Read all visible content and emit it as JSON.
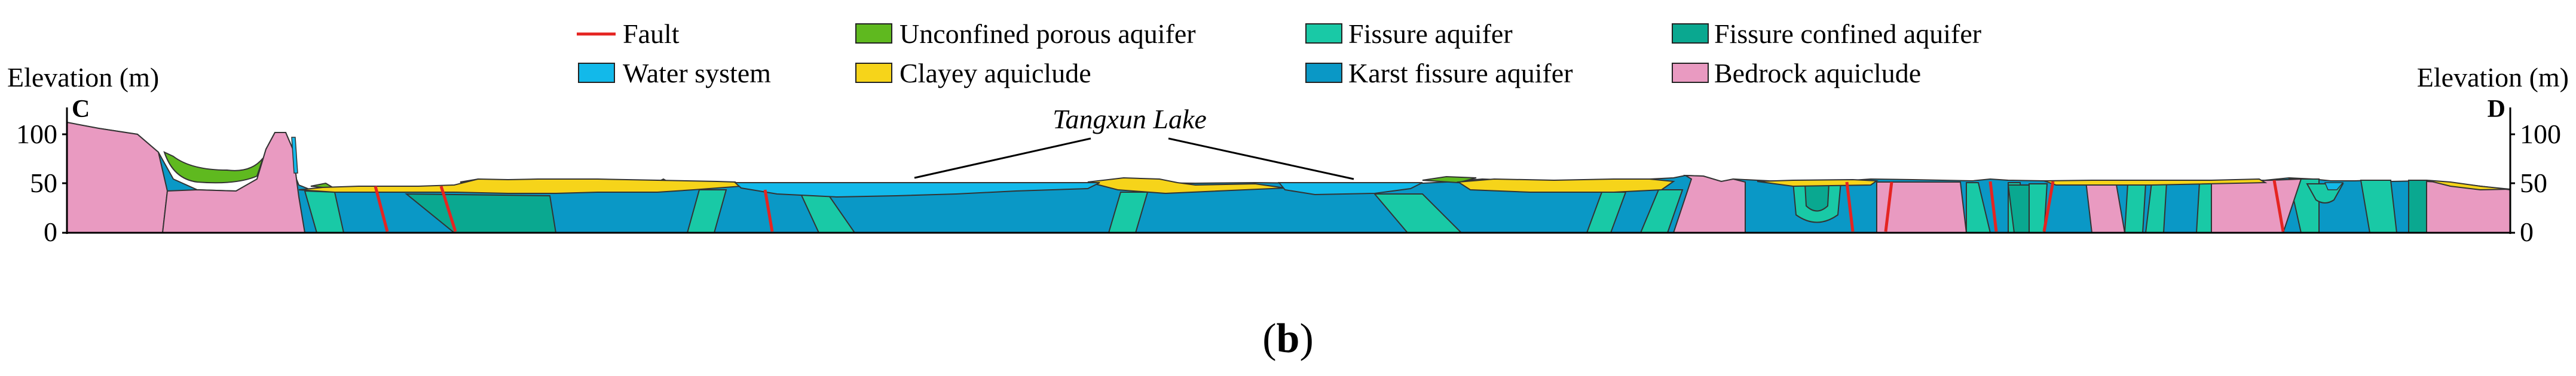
{
  "legend": [
    {
      "key": "fault",
      "label": "Fault",
      "color": "#e52421",
      "kind": "line"
    },
    {
      "key": "water",
      "label": "Water system",
      "color": "#12b9ea",
      "kind": "patch"
    },
    {
      "key": "unconfined",
      "label": "Unconfined porous aquifer",
      "color": "#5fb91f",
      "kind": "patch"
    },
    {
      "key": "clayey",
      "label": "Clayey aquiclude",
      "color": "#f6d41a",
      "kind": "patch"
    },
    {
      "key": "fissure",
      "label": "Fissure aquifer",
      "color": "#19c9a6",
      "kind": "patch"
    },
    {
      "key": "karst",
      "label": "Karst fissure aquifer",
      "color": "#0a98c6",
      "kind": "patch"
    },
    {
      "key": "confined",
      "label": "Fissure confined aquifer",
      "color": "#0aa890",
      "kind": "patch"
    },
    {
      "key": "bedrock",
      "label": "Bedrock aquiclude",
      "color": "#e99ac1",
      "kind": "patch"
    }
  ],
  "axes": {
    "left_title": "Elevation (m)",
    "right_title": "Elevation (m)",
    "ticks": [
      "100",
      "50",
      "0"
    ]
  },
  "section": {
    "start": "C",
    "end": "D"
  },
  "annotation": "Tangxun Lake",
  "panel_label": "(b)",
  "panel_letter": "b"
}
